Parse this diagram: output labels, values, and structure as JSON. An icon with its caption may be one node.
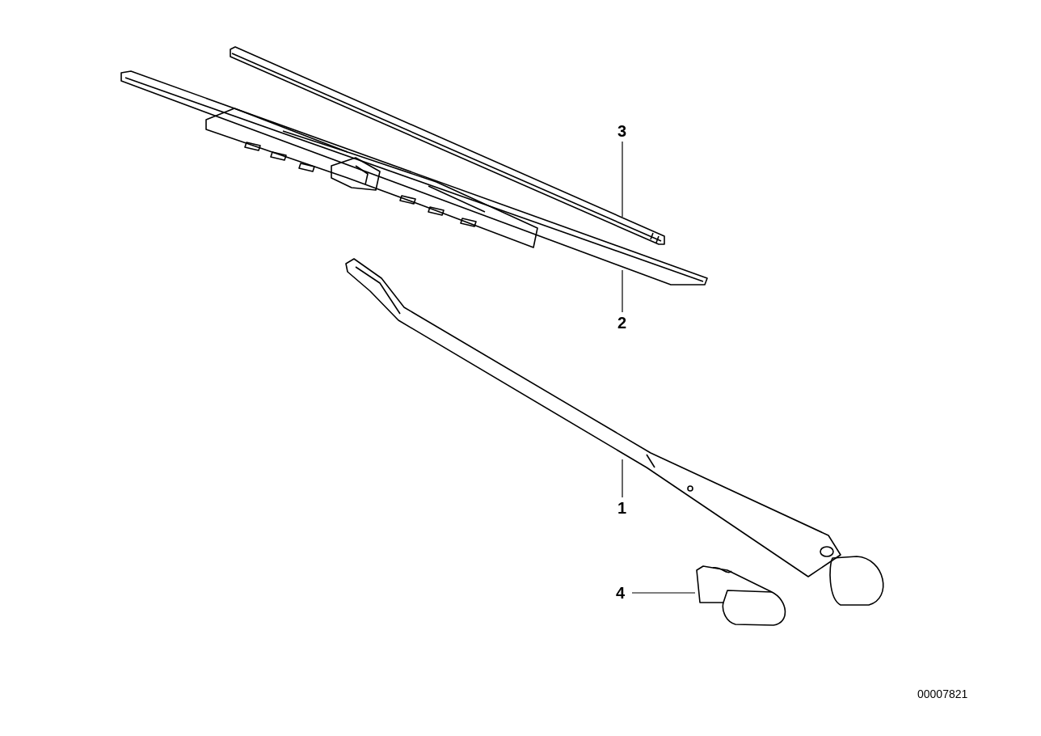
{
  "diagram": {
    "nodes": [
      {
        "text": [
          "3"
        ]
      },
      {
        "text": [],
        "shape": "picture"
      },
      {
        "text": [
          "2"
        ]
      },
      {
        "text": [],
        "shape": "picture"
      },
      {
        "text": [
          "1"
        ]
      },
      {
        "text": [],
        "shape": "picture"
      },
      {
        "text": [
          "4"
        ]
      },
      {
        "text": [],
        "shape": "picture"
      }
    ],
    "edges": [
      {
        "from": 0,
        "to": 1,
        "arrow": "none"
      },
      {
        "from": 2,
        "to": 3,
        "arrow": "none"
      },
      {
        "from": 4,
        "to": 5,
        "arrow": "none"
      },
      {
        "from": 6,
        "to": 7,
        "arrow": "none"
      }
    ],
    "labels": [
      "00007821"
    ]
  }
}
